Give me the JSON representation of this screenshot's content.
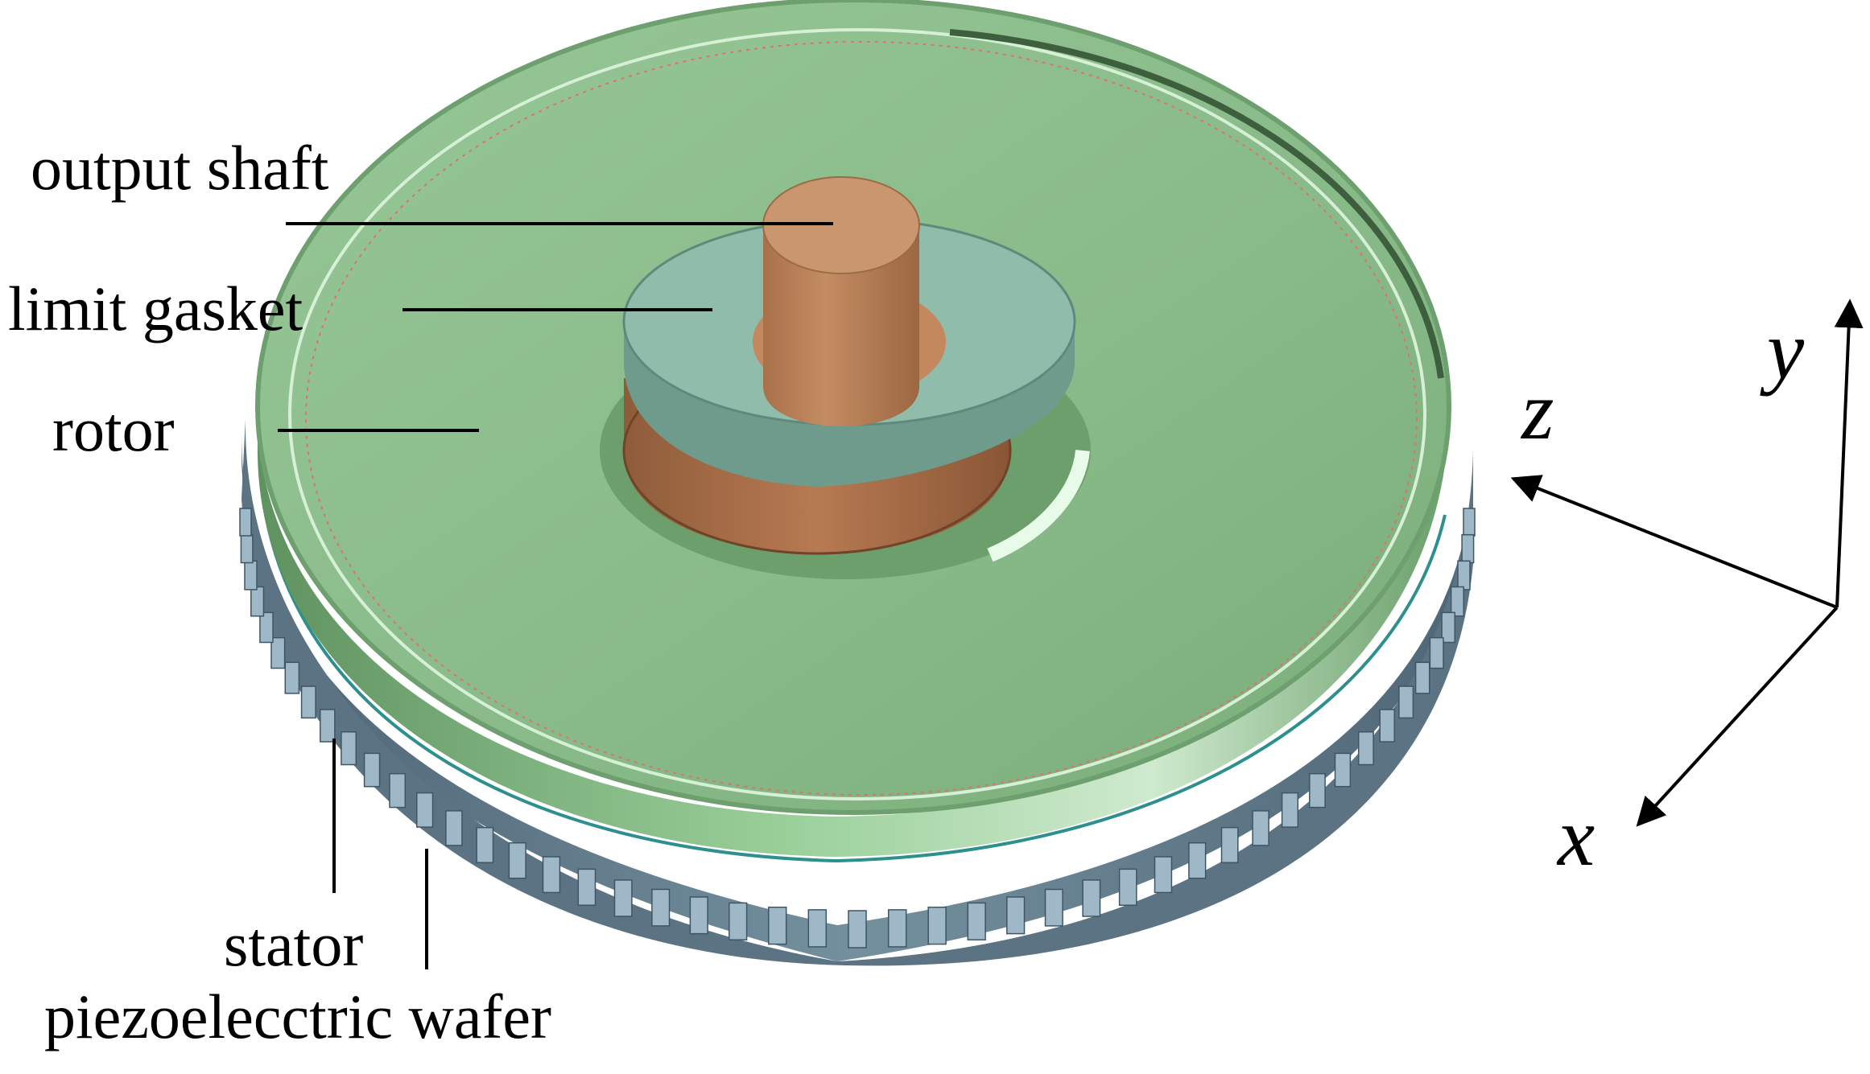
{
  "labels": {
    "output_shaft": "output shaft",
    "limit_gasket": "limit gasket",
    "rotor": "rotor",
    "stator": "stator",
    "piezoelectric_wafer": "piezoelecctric wafer"
  },
  "axes": {
    "x": "x",
    "y": "y",
    "z": "z"
  },
  "colors": {
    "rotor": "#8cbd8c",
    "rotor_rim": "#6ea46e",
    "gasket": "#8fb8a8",
    "shaft": "#c9956c",
    "stator": "#6f8898",
    "stator_teeth": "#9fb8c8",
    "line": "#000000"
  },
  "stator_teeth_count": 96
}
